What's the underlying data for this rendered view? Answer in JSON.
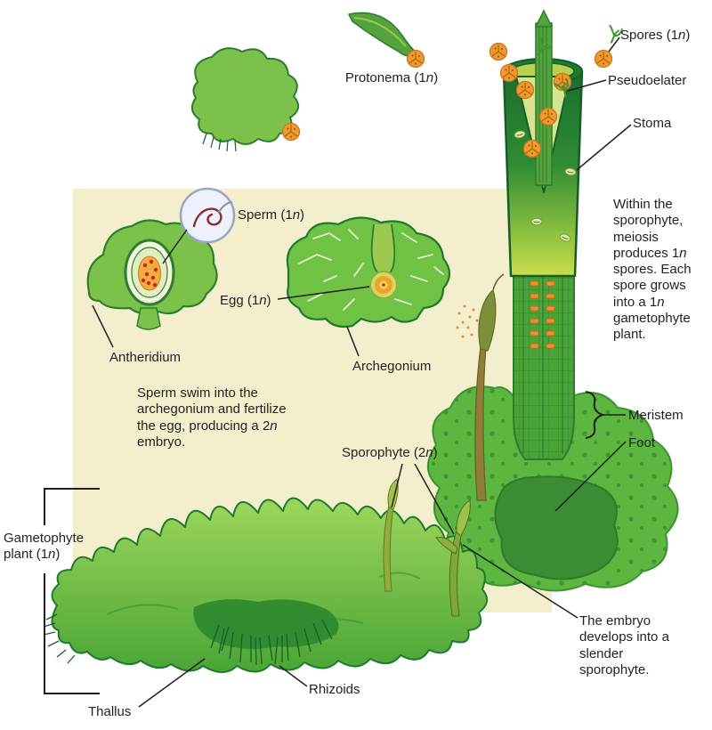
{
  "figure": {
    "description": "Hornwort life cycle diagram showing gametophyte and sporophyte stages"
  },
  "labels": {
    "protonema": [
      {
        "t": "Protonema (1"
      },
      {
        "t": "n",
        "i": true
      },
      {
        "t": ")"
      }
    ],
    "spores": [
      {
        "t": "Spores (1"
      },
      {
        "t": "n",
        "i": true
      },
      {
        "t": ")"
      }
    ],
    "pseudoelater": "Pseudoelater",
    "stoma": "Stoma",
    "sperm": [
      {
        "t": "Sperm (1"
      },
      {
        "t": "n",
        "i": true
      },
      {
        "t": ")"
      }
    ],
    "egg": [
      {
        "t": "Egg (1"
      },
      {
        "t": "n",
        "i": true
      },
      {
        "t": ")"
      }
    ],
    "antheridium": "Antheridium",
    "archegonium": "Archegonium",
    "sporophyte": [
      {
        "t": "Sporophyte (2"
      },
      {
        "t": "n",
        "i": true
      },
      {
        "t": ")"
      }
    ],
    "meristem": "Meristem",
    "foot": "Foot",
    "gametophyte_plant": [
      {
        "t": "Gametophyte plant (1"
      },
      {
        "t": "n",
        "i": true
      },
      {
        "t": ")"
      }
    ],
    "thallus": "Thallus",
    "rhizoids": "Rhizoids"
  },
  "paragraphs": {
    "fertilization": [
      {
        "t": "Sperm swim into the archegonium and fertilize the egg, producing a 2"
      },
      {
        "t": "n",
        "i": true
      },
      {
        "t": " embryo."
      }
    ],
    "meiosis": [
      {
        "t": "Within the sporophyte, meiosis produces 1"
      },
      {
        "t": "n",
        "i": true
      },
      {
        "t": " spores. Each spore grows into a 1"
      },
      {
        "t": "n",
        "i": true
      },
      {
        "t": " gametophyte plant."
      }
    ],
    "embryo": "The embryo develops into a slender sporophyte."
  },
  "colors": {
    "panel_beige": "#f3efcd",
    "leaf_green_light": "#9ed65c",
    "leaf_green": "#5cb63f",
    "leaf_green_dark": "#2e7d2e",
    "outline_green": "#1f7a2f",
    "capsule_yellow_green": "#cbdc4e",
    "spore_orange": "#f09a2e",
    "egg_yellow": "#ffd84d",
    "sperm_red": "#8a2a2a",
    "text": "#231f20"
  }
}
